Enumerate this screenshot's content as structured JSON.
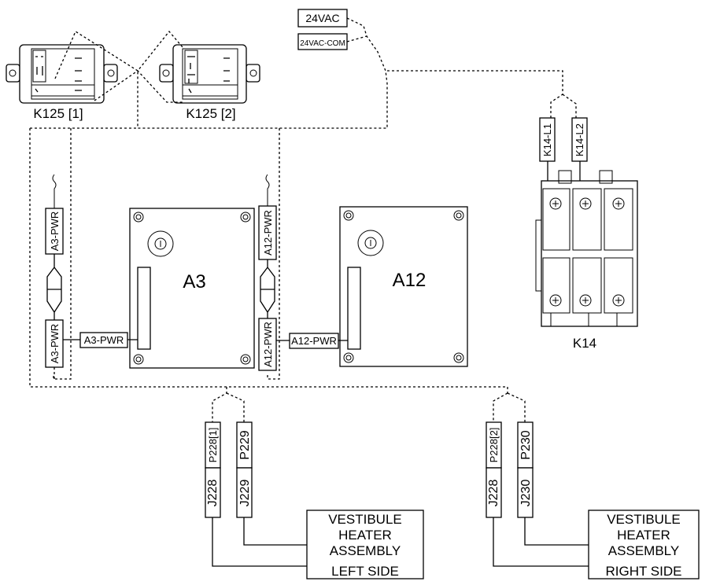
{
  "power": {
    "vac": "24VAC",
    "vac_com": "24VAC-COM"
  },
  "relays": {
    "k125_1": "K125 [1]",
    "k125_2": "K125 [2]"
  },
  "contactor": {
    "name": "K14",
    "l1": "K14-L1",
    "l2": "K14-L2"
  },
  "boards": {
    "a3": {
      "name": "A3",
      "pwr": "A3-PWR"
    },
    "a12": {
      "name": "A12",
      "pwr": "A12-PWR"
    }
  },
  "connectors": {
    "left": {
      "p1": "P228[1]",
      "p2": "P229",
      "j1": "J228",
      "j2": "J229"
    },
    "right": {
      "p1": "P228[2]",
      "p2": "P230",
      "j1": "J228",
      "j2": "J230"
    }
  },
  "assemblies": {
    "left": {
      "line1": "VESTIBULE",
      "line2": "HEATER",
      "line3": "ASSEMBLY",
      "line4": "LEFT SIDE"
    },
    "right": {
      "line1": "VESTIBULE",
      "line2": "HEATER",
      "line3": "ASSEMBLY",
      "line4": "RIGHT SIDE"
    }
  }
}
